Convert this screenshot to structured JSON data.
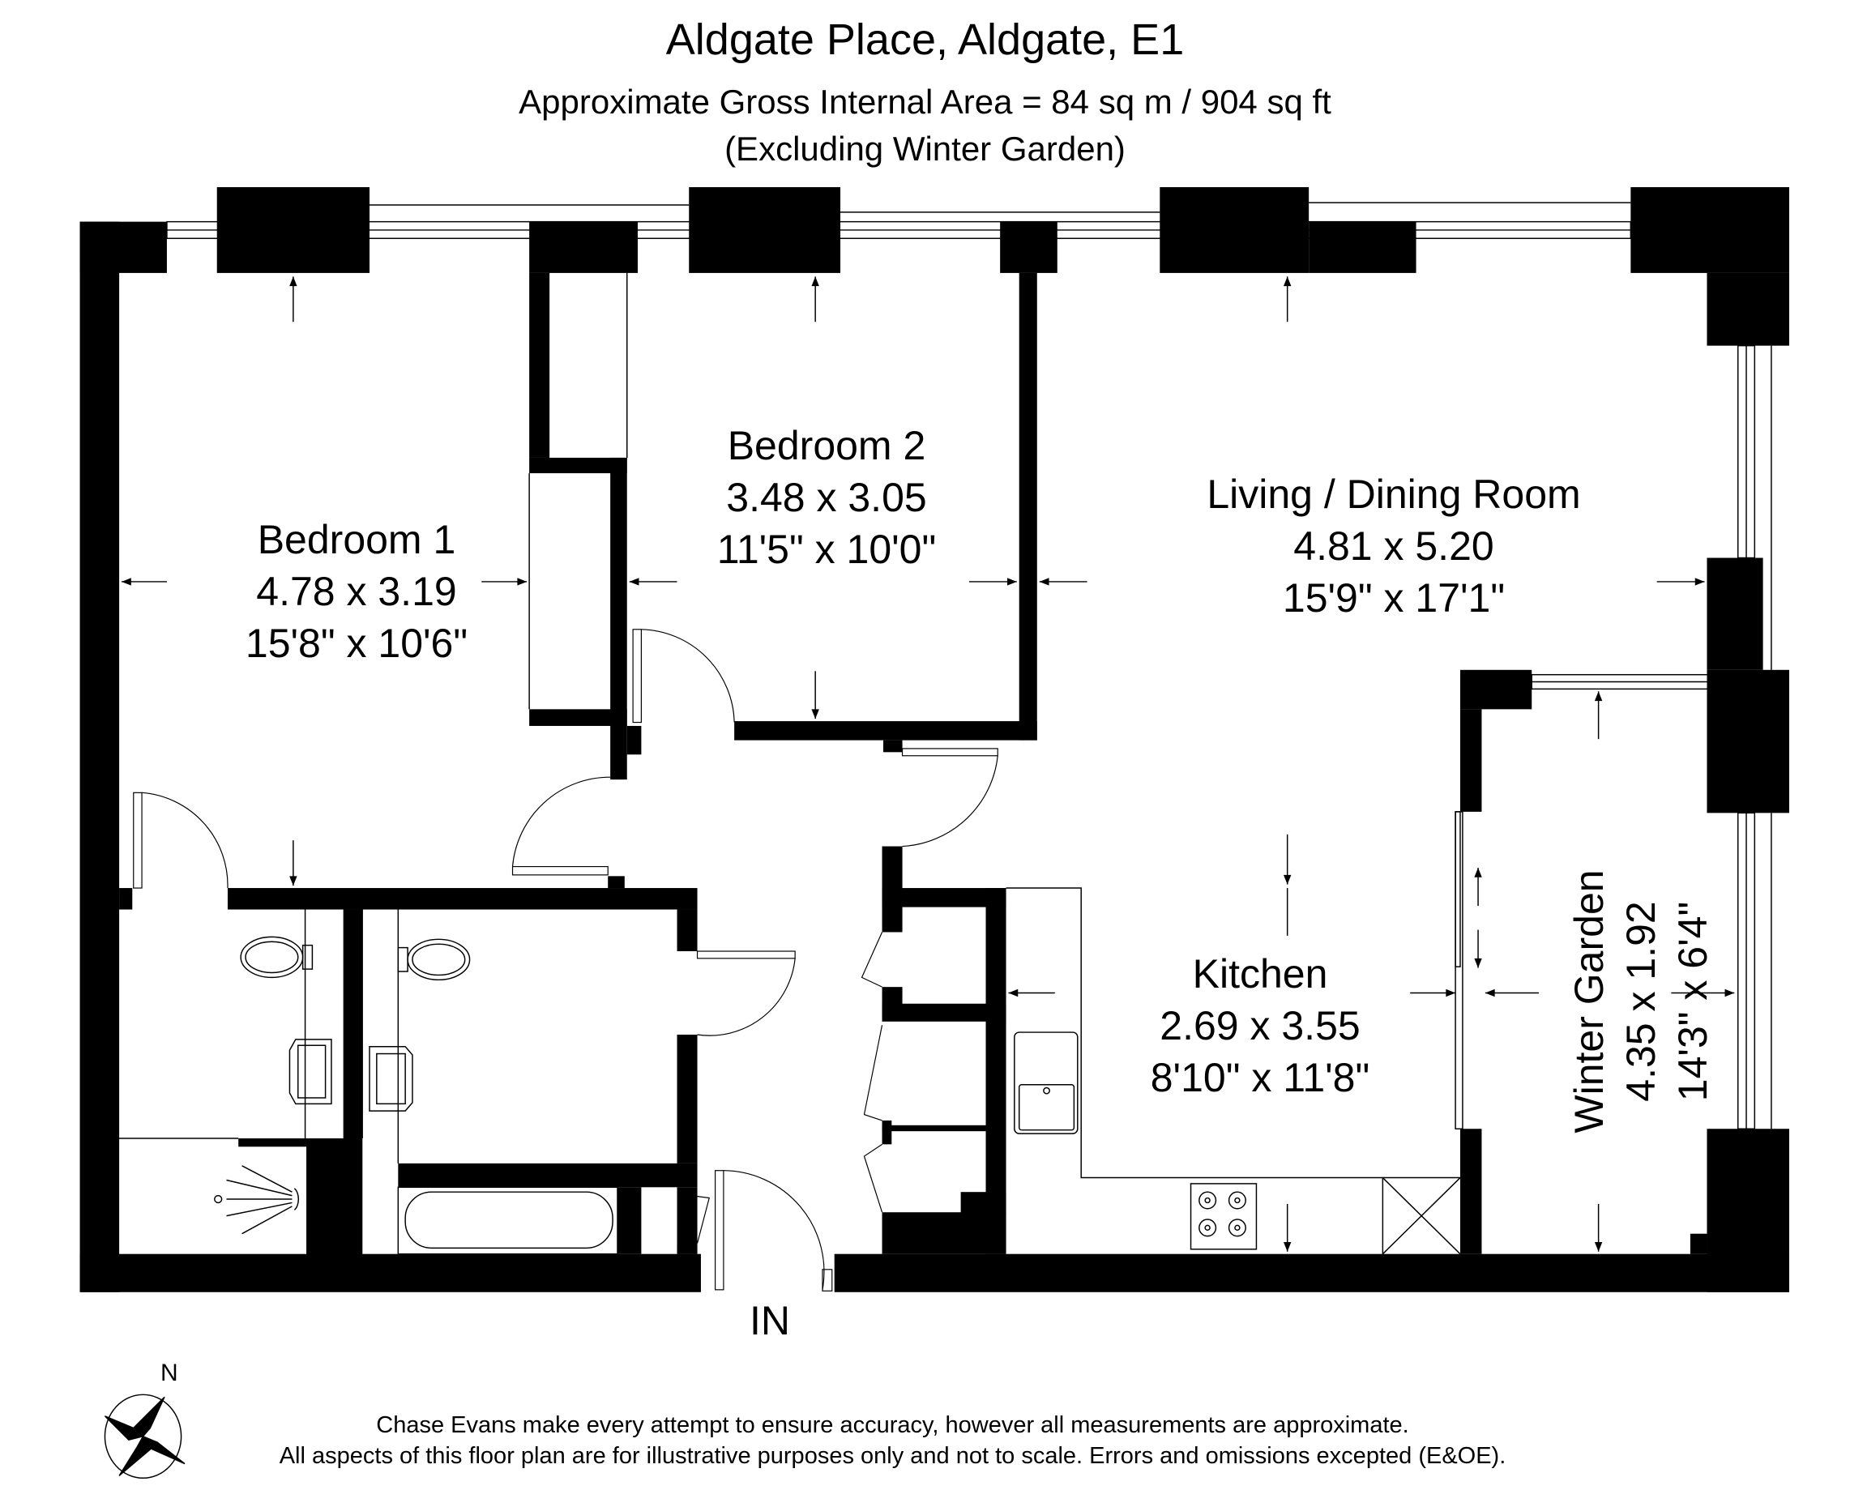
{
  "header": {
    "title": "Aldgate Place, Aldgate, E1",
    "area": "Approximate Gross Internal Area = 84 sq m / 904 sq ft",
    "note": "(Excluding Winter Garden)"
  },
  "rooms": [
    {
      "name": "Bedroom 1",
      "metric": "4.78 x 3.19",
      "imperial": "15'8\" x 10'6\""
    },
    {
      "name": "Bedroom 2",
      "metric": "3.48 x 3.05",
      "imperial": "11'5\" x 10'0\""
    },
    {
      "name": "Living / Dining Room",
      "metric": "4.81 x 5.20",
      "imperial": "15'9\" x 17'1\""
    },
    {
      "name": "Kitchen",
      "metric": "2.69 x 3.55",
      "imperial": "8'10\" x 11'8\""
    },
    {
      "name": "Winter Garden",
      "metric": "4.35 x 1.92",
      "imperial": "14'3\" x 6'4\""
    }
  ],
  "entrance_label": "IN",
  "compass": {
    "label": "N"
  },
  "footer": {
    "line1": "Chase Evans make every attempt to ensure accuracy, however all measurements are approximate.",
    "line2": "All aspects of this floor plan are for illustrative purposes only and not to scale. Errors and omissions excepted (E&OE)."
  },
  "colors": {
    "wall": "#000000",
    "background": "#ffffff",
    "line": "#000000"
  }
}
